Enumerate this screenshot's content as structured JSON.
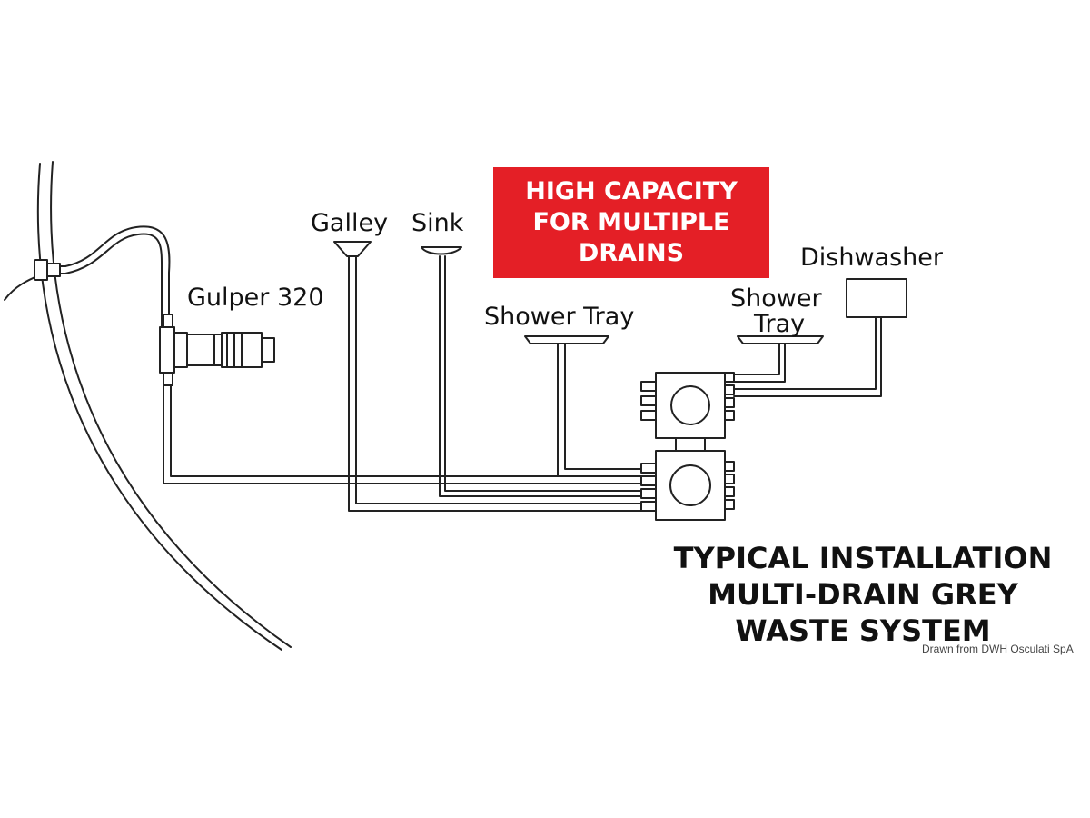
{
  "labels": {
    "pump": "Gulper 320",
    "galley": "Galley",
    "sink": "Sink",
    "shower_tray_1": "Shower Tray",
    "shower_tray_2_line1": "Shower",
    "shower_tray_2_line2": "Tray",
    "dishwasher": "Dishwasher"
  },
  "badge": {
    "line1": "HIGH CAPACITY",
    "line2": "FOR MULTIPLE",
    "line3": "DRAINS",
    "color": "#e41f26"
  },
  "title": {
    "line1": "TYPICAL INSTALLATION",
    "line2": "MULTI-DRAIN GREY",
    "line3": "WASTE SYSTEM"
  },
  "credit": "Drawn from DWH Osculati SpA"
}
